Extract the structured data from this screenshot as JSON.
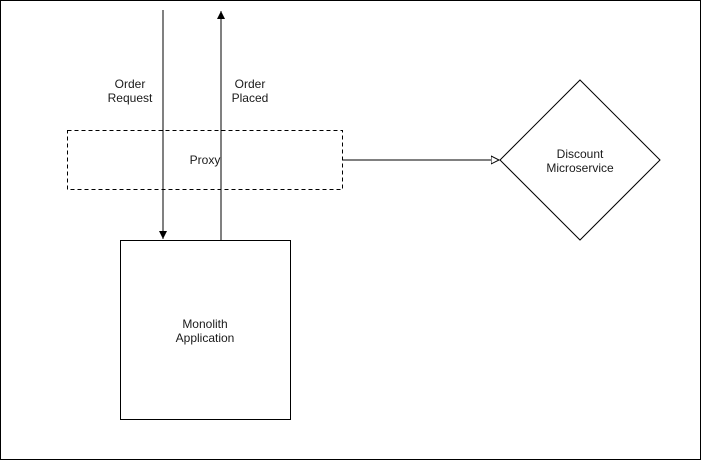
{
  "diagram": {
    "order_request": {
      "line1": "Order",
      "line2": "Request"
    },
    "order_placed": {
      "line1": "Order",
      "line2": "Placed"
    },
    "proxy": {
      "label": "Proxy"
    },
    "discount": {
      "line1": "Discount",
      "line2": "Microservice"
    },
    "monolith": {
      "line1": "Monolith",
      "line2": "Application"
    }
  }
}
